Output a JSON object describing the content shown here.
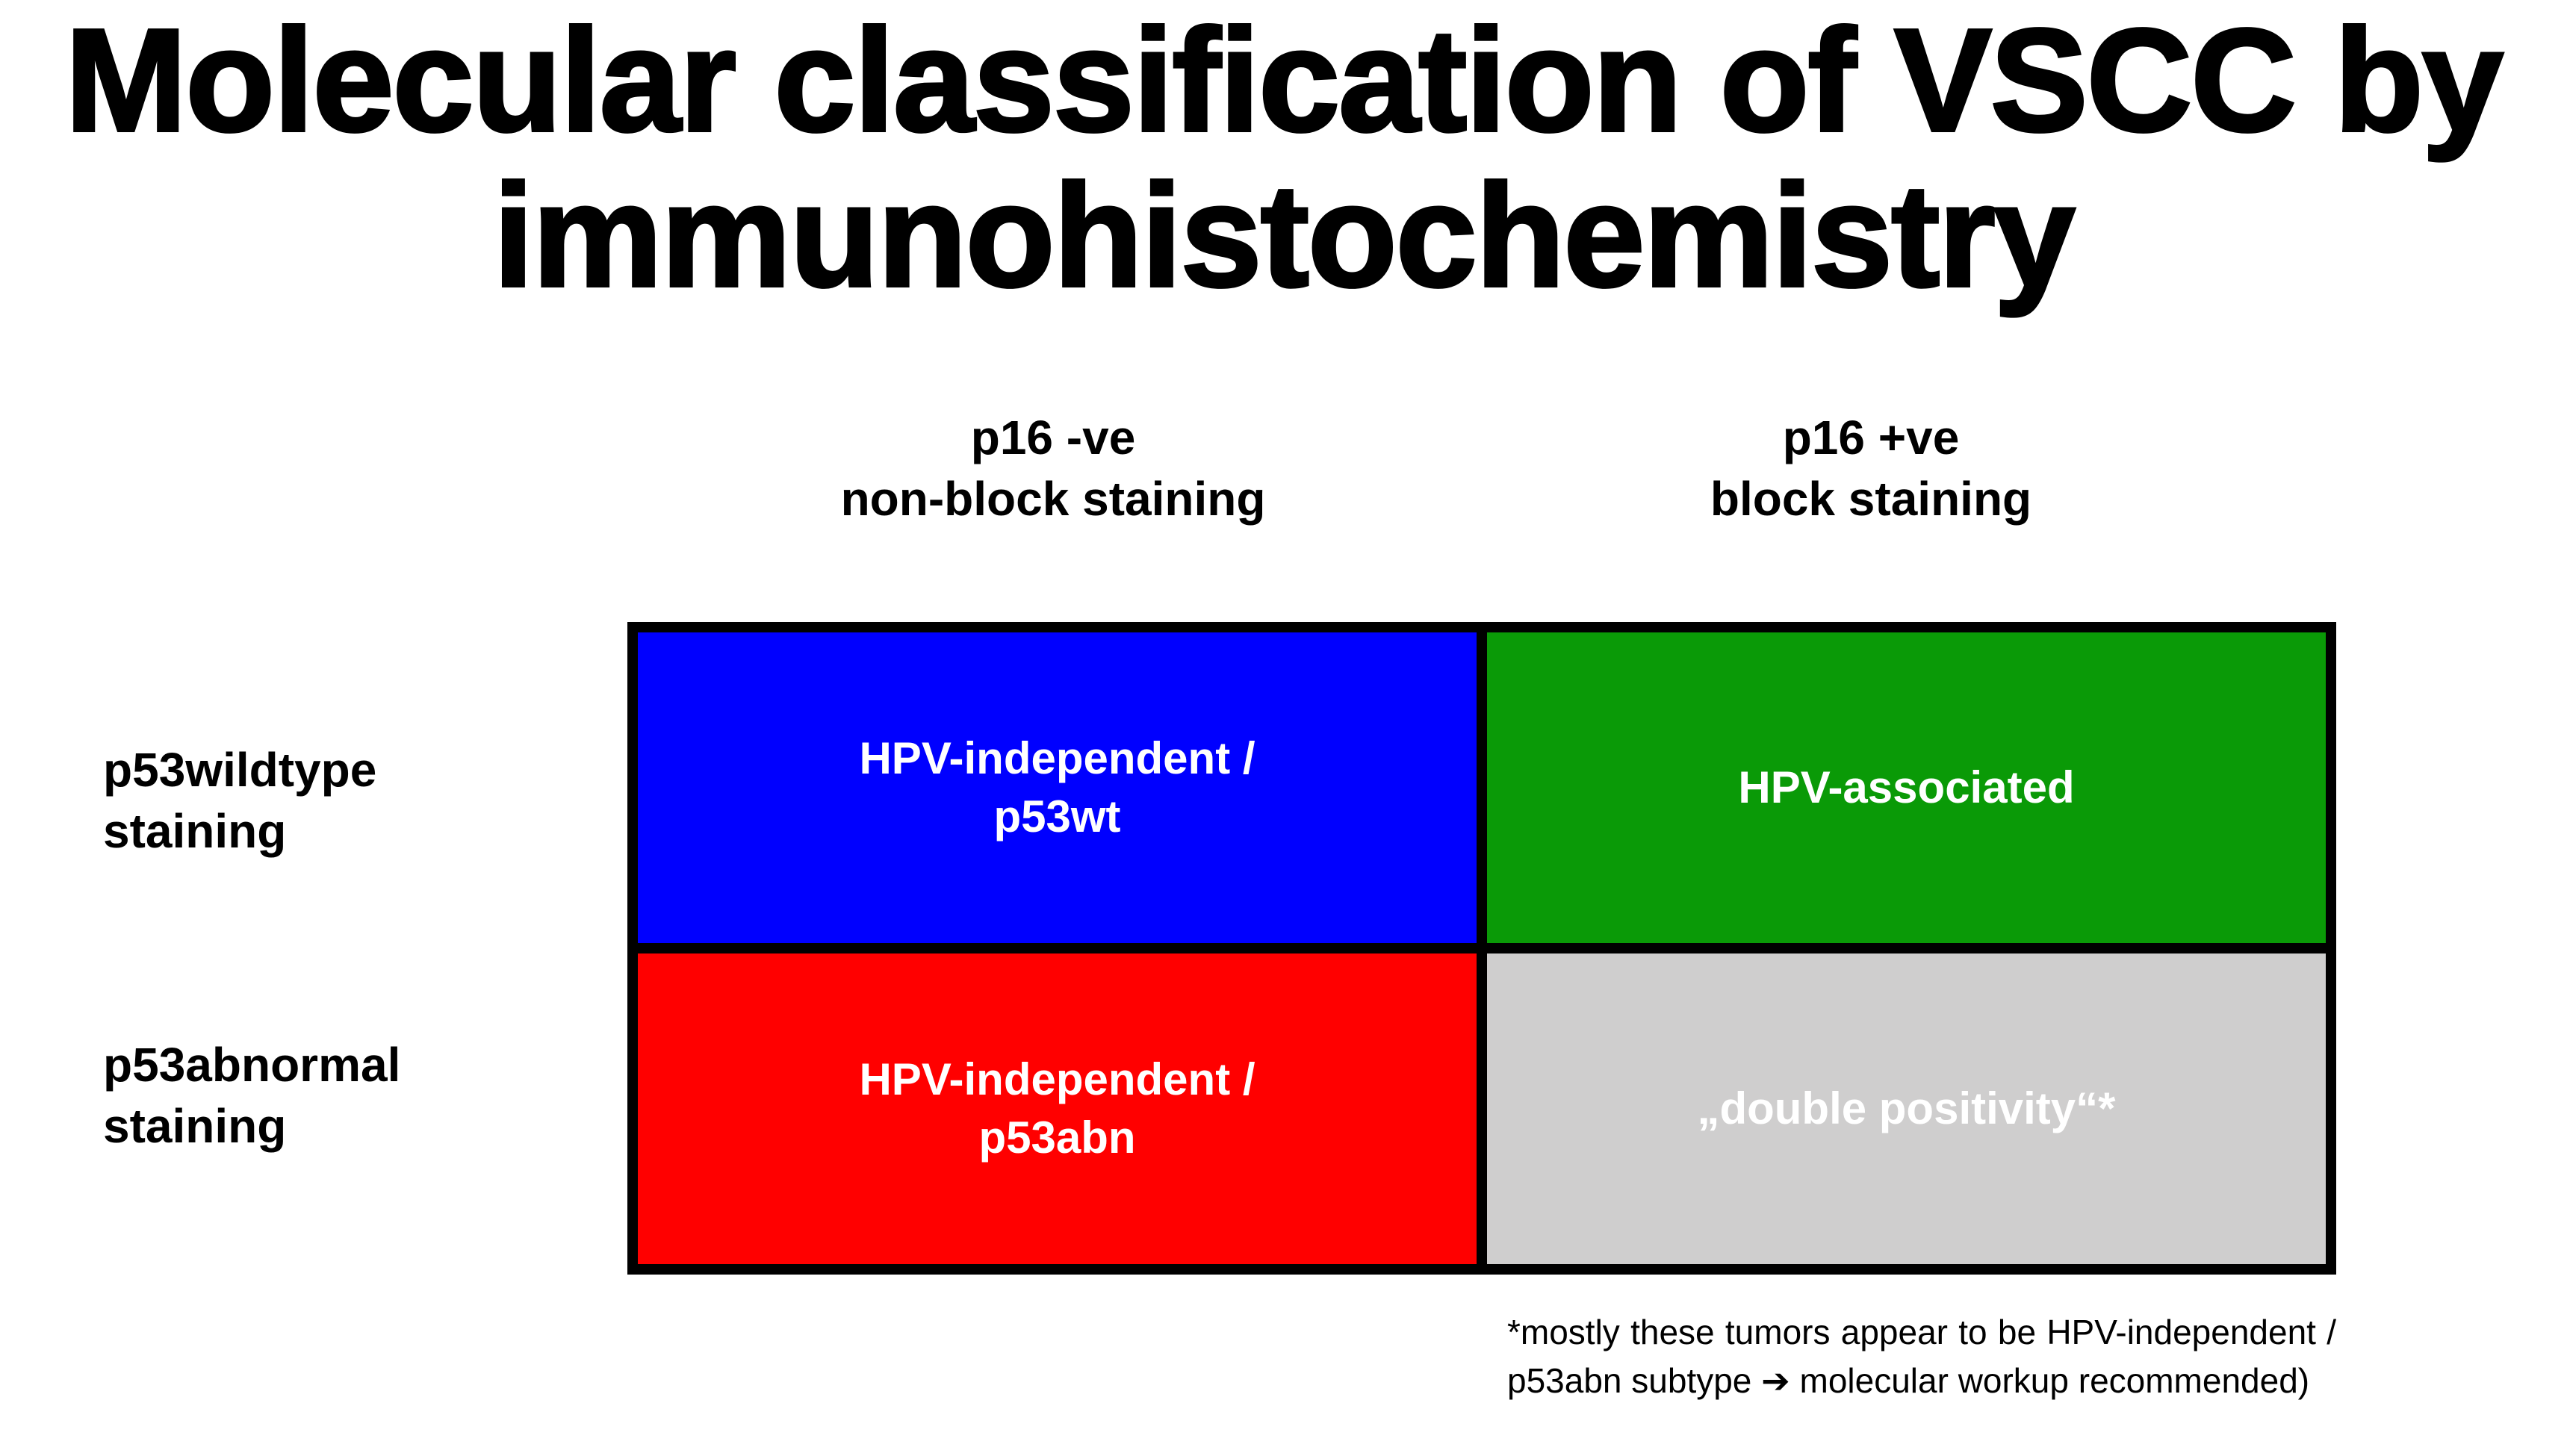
{
  "slide": {
    "title": "Molecular classification of VSCC by\nimmunohistochemistry",
    "background_color": "#FFFFFF",
    "text_color": "#000000"
  },
  "matrix": {
    "border_color": "#000000",
    "column_headers": [
      "p16 -ve\nnon-block staining",
      "p16 +ve\nblock staining"
    ],
    "row_headers": [
      "p53wildtype\nstaining",
      "p53abnormal\nstaining"
    ],
    "cells": [
      {
        "id": "p53wt-p16neg",
        "label": "HPV-independent /\np53wt",
        "fill": "#0000FF",
        "text_color": "#FFFFFF"
      },
      {
        "id": "p53wt-p16pos",
        "label": "HPV-associated",
        "fill": "#0A9A07",
        "text_color": "#FFFFFF"
      },
      {
        "id": "p53abn-p16neg",
        "label": "HPV-independent /\np53abn",
        "fill": "#FF0000",
        "text_color": "#FFFFFF"
      },
      {
        "id": "p53abn-p16pos",
        "label": "„double positivity“*",
        "fill": "#CFCECE",
        "text_color": "#FFFFFF"
      }
    ]
  },
  "footnote": {
    "part_before_arrow": "*mostly these tumors appear to be HPV-independent / p53abn subtype ",
    "arrow": "➔",
    "part_after_arrow": " molecular workup recommended)"
  }
}
